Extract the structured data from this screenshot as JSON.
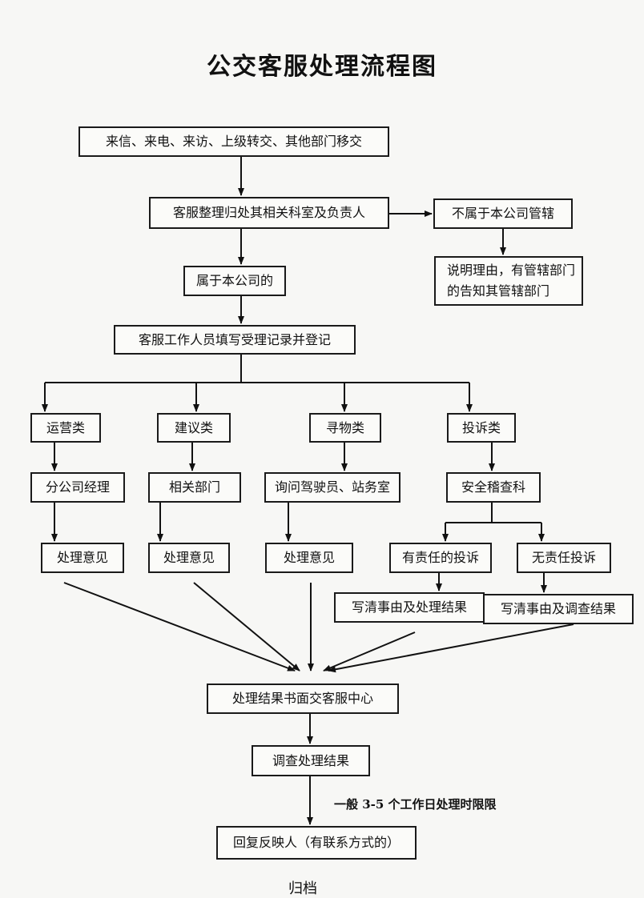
{
  "title": "公交客服处理流程图",
  "nodes": {
    "sources": "来信、来电、来访、上级转交、其他部门移交",
    "classify": "客服整理归处其相关科室及负责人",
    "not_ours": "不属于本公司管辖",
    "explain_line1": "说明理由，有管辖部门",
    "explain_line2": "的告知其管辖部门",
    "is_ours": "属于本公司的",
    "record": "客服工作人员填写受理记录并登记",
    "cat_ops": "运营类",
    "cat_suggest": "建议类",
    "cat_lost": "寻物类",
    "cat_complaint": "投诉类",
    "ops_handler": "分公司经理",
    "suggest_handler": "相关部门",
    "lost_handler": "询问驾驶员、站务室",
    "complaint_handler": "安全稽查科",
    "ops_opinion": "处理意见",
    "suggest_opinion": "处理意见",
    "lost_opinion": "处理意见",
    "liable": "有责任的投诉",
    "not_liable": "无责任投诉",
    "liable_result": "写清事由及处理结果",
    "not_liable_result": "写清事由及调查结果",
    "submit": "处理结果书面交客服中心",
    "investigate": "调查处理结果",
    "reply": "回复反映人（有联系方式的）"
  },
  "time_limit_note": "一般 3-5 个工作日处理时限限",
  "footer": "归档"
}
